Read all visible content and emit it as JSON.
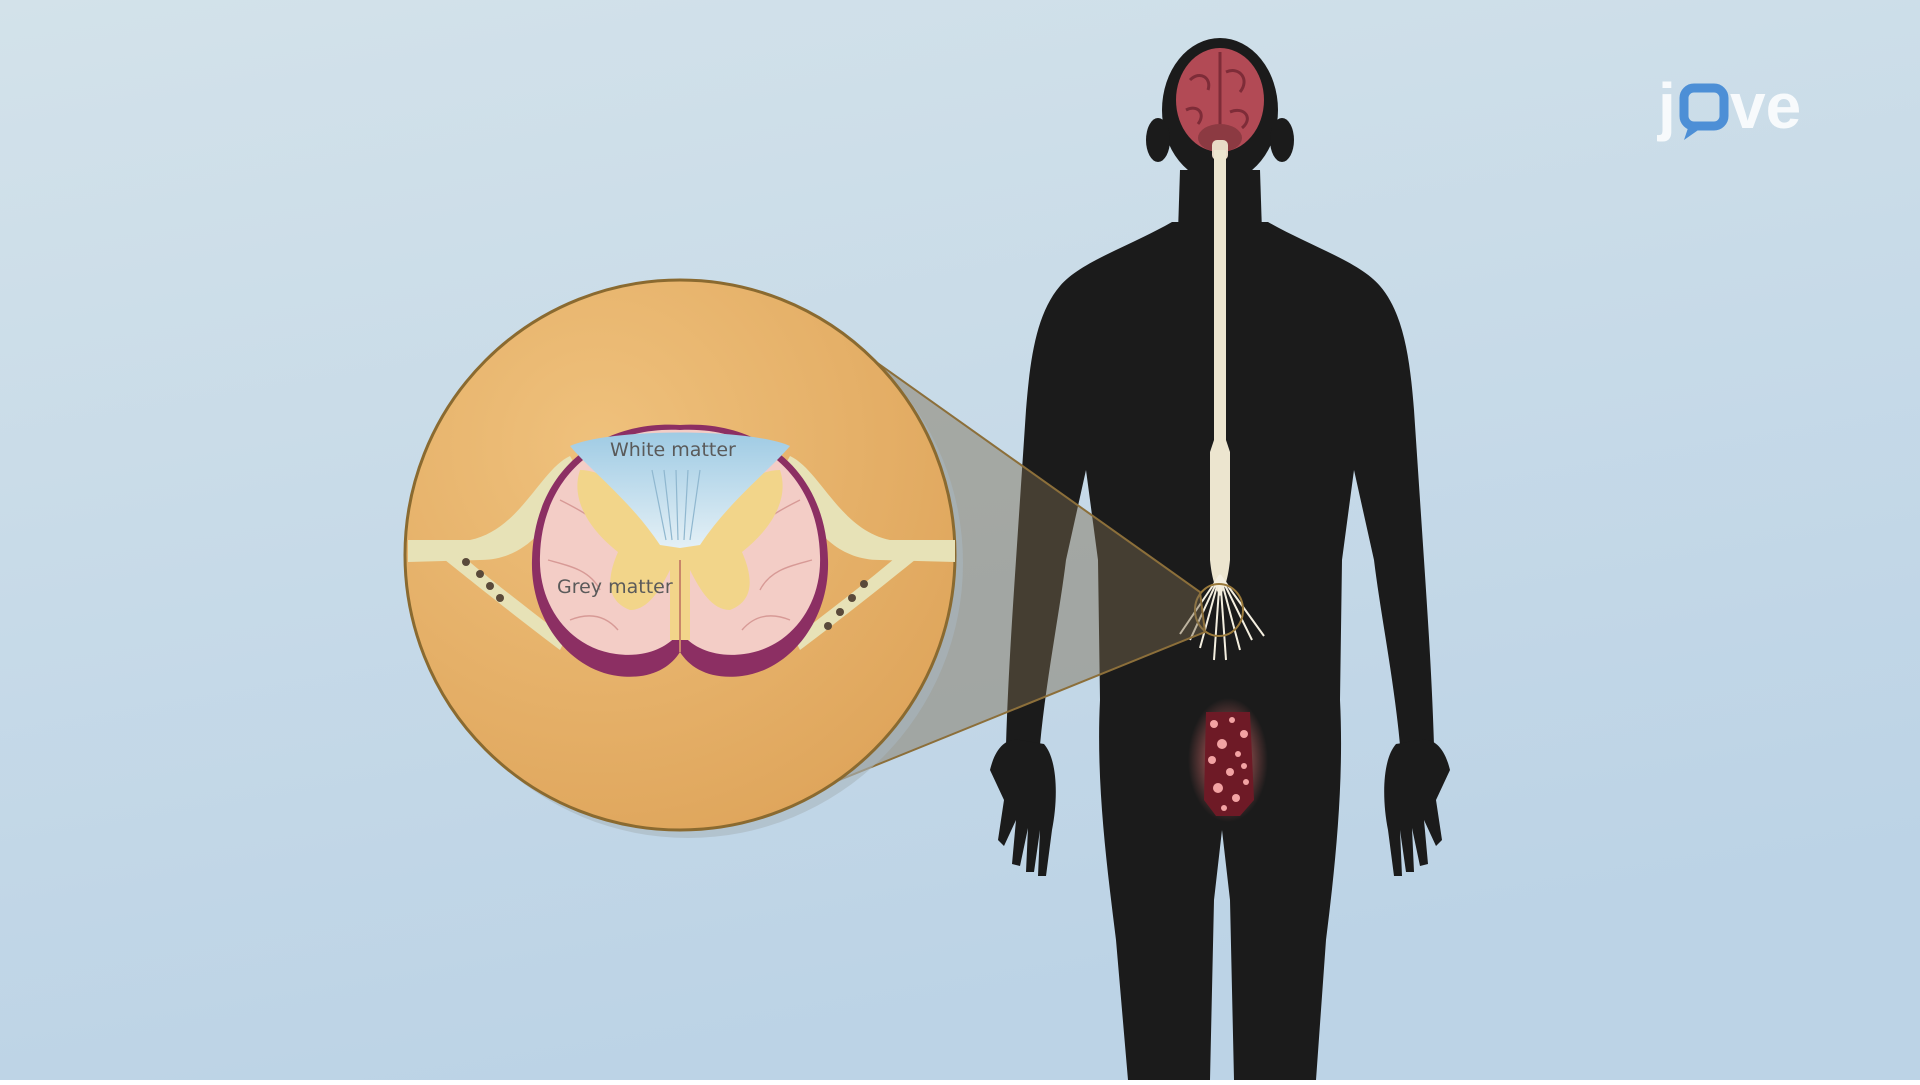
{
  "labels": {
    "white_matter": "White matter",
    "grey_matter": "Grey matter"
  },
  "logo": {
    "text": "jove"
  },
  "colors": {
    "background_top": "#cfdfe9",
    "background_bottom": "#b9d2e7",
    "silhouette": "#1b1b1b",
    "zoom_circle": "#e3ad63",
    "white_matter": "#b9d9ea",
    "grey_matter": "#f2d58a",
    "outer_tissue": "#f3cdc6",
    "outer_rim": "#8c2f63",
    "nerve": "#e7e2b7",
    "spinal_cord": "#ece5cf",
    "brain": "#b24a55",
    "logo_accent": "#4d8fd6"
  }
}
